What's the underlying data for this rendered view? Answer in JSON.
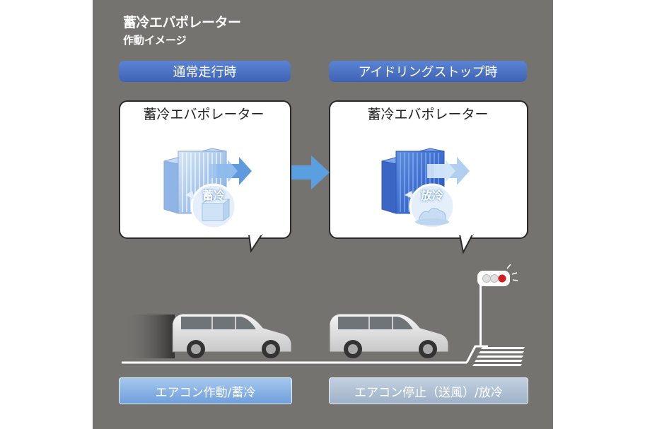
{
  "header": {
    "title": "蓄冷エバポレーター",
    "subtitle": "作動イメージ"
  },
  "left": {
    "label": "通常走行時",
    "bubble_title": "蓄冷エバポレーター",
    "badge": "蓄冷",
    "caption": "エアコン作動/蓄冷"
  },
  "right": {
    "label": "アイドリングストップ時",
    "bubble_title": "蓄冷エバポレーター",
    "badge": "放冷",
    "caption": "エアコン停止（送風）/放冷"
  },
  "colors": {
    "panel": "#757370",
    "pill_blue": "#4a6fc4",
    "arrow_blue": "#5aa0e0",
    "caption_left": "#8fb6e6",
    "caption_right": "#b3c3d6",
    "signal_red": "#d21e1e"
  }
}
